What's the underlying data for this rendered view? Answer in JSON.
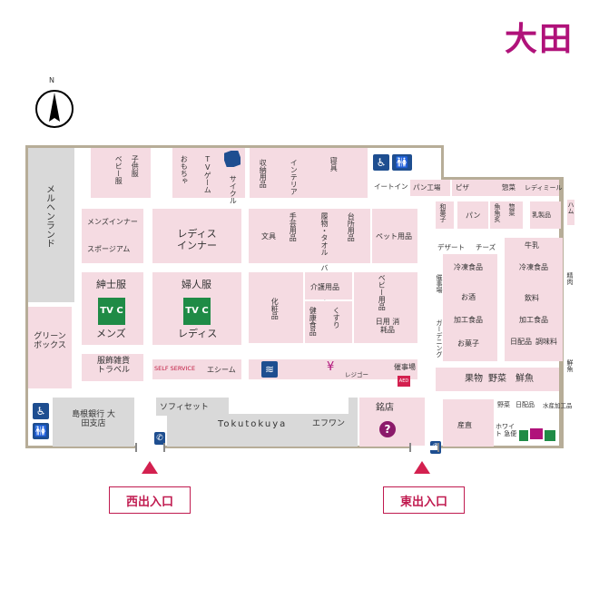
{
  "map": {
    "title": "大田",
    "compass": "N",
    "entrances": {
      "west": "西出入口",
      "east": "東出入口"
    },
    "areas": {
      "baby": "ベビー服",
      "kids": "子供服",
      "toys": "おもちゃ",
      "tvgame": "TVゲーム",
      "cycle": "サイクル",
      "storage": "収納用品",
      "interior": "インテリア",
      "bedding": "寝具",
      "eatin": "イートイン",
      "bakery": "パン工場",
      "pizza": "ピザ",
      "deli_top": "惣菜",
      "ladies_meal": "レディミール",
      "ham": "ハム",
      "marchen": "メルヘンランド",
      "mens_inner": "メンズインナー",
      "sports": "スポージアム",
      "ladies_inner": "レディス インナー",
      "crafts": "手芸用品",
      "footwear": "履物・タオル バス・トイレ用品",
      "kitchen": "台所用品",
      "stationery": "文具",
      "pet": "ペット用品",
      "wagashi": "和菓子",
      "bread": "パン",
      "fish_deli": "魚魚炙",
      "deli_mid": "惣菜",
      "dairy": "乳製品",
      "dessert": "デザート",
      "cheese": "チーズ",
      "milk": "牛乳",
      "frozen1": "冷凍食品",
      "frozen2": "冷凍食品",
      "gents": "紳士服",
      "womens": "婦人服",
      "tvc_mens": "メンズ",
      "tvc_ladies": "レディス",
      "cosmetics": "化粧品",
      "care": "介護用品",
      "baby_goods": "ベビー用品",
      "health_food": "健康食品",
      "medicine": "くすり",
      "daily": "日用 消耗品",
      "liquor": "お酒",
      "processed1": "加工食品",
      "processed2": "加工食品",
      "sweets": "お菓子",
      "beverages": "飲料",
      "dailyfood": "日配品",
      "seasoning": "調味料",
      "seasonal": "催事場",
      "gardening": "ガーデニング",
      "meat_right": "精肉",
      "green": "グリーン ボックス",
      "fashion": "服飾雑貨 トラベル",
      "selfservice": "SELF SERVICE",
      "acm": "エシーム",
      "register": "レジゴー",
      "event": "催事場",
      "fruits": "果物",
      "veg": "野菜",
      "fish": "鮮魚",
      "fresh_right": "鮮魚",
      "veg_small": "野菜",
      "dailyfood_small": "日配品",
      "seafood": "水産加工品",
      "bank": "島根銀行 大田支店",
      "sofiset": "ソフィセット",
      "tokutokuya": "Tokutokuya",
      "efuwan": "エフワン",
      "meiten": "銘店",
      "sanchoku": "産直",
      "white": "ホワイト 急便"
    },
    "symbols": {
      "yen": "¥",
      "info": "?",
      "tvc": "TV C",
      "aed": "AED"
    }
  }
}
